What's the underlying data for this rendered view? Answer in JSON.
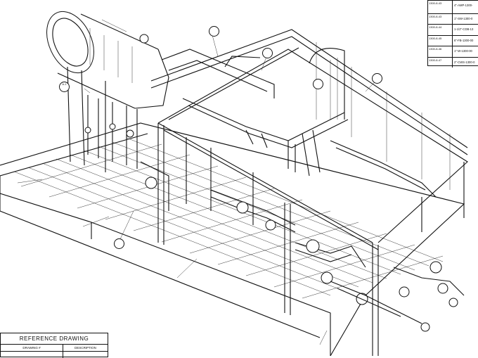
{
  "diagram": {
    "line_color": "#111111",
    "background": "#ffffff"
  },
  "line_table": {
    "rows": [
      {
        "code": "1300-8-43",
        "line": "4\"-AMP-1300-"
      },
      {
        "code": "1300-8-43",
        "line": "1\"-SW-1300-0"
      },
      {
        "code": "1300-8-44",
        "line": "1-1/2\"-CDB-13"
      },
      {
        "code": "1300-8-45",
        "line": "6\"-FB-1300-00"
      },
      {
        "code": "1300-8-46",
        "line": "1\"-W-1300-00"
      },
      {
        "code": "1300-8-47",
        "line": "2\"-CWS-1300-0"
      }
    ]
  },
  "reference": {
    "title": "REFERENCE DRAWING",
    "col_drawing": "DRAWING #",
    "col_description": "DESCRIPTION"
  },
  "callouts": {
    "c1": "A-1",
    "c2": "",
    "c3": "",
    "c4": "",
    "c5": "",
    "c6": ""
  }
}
